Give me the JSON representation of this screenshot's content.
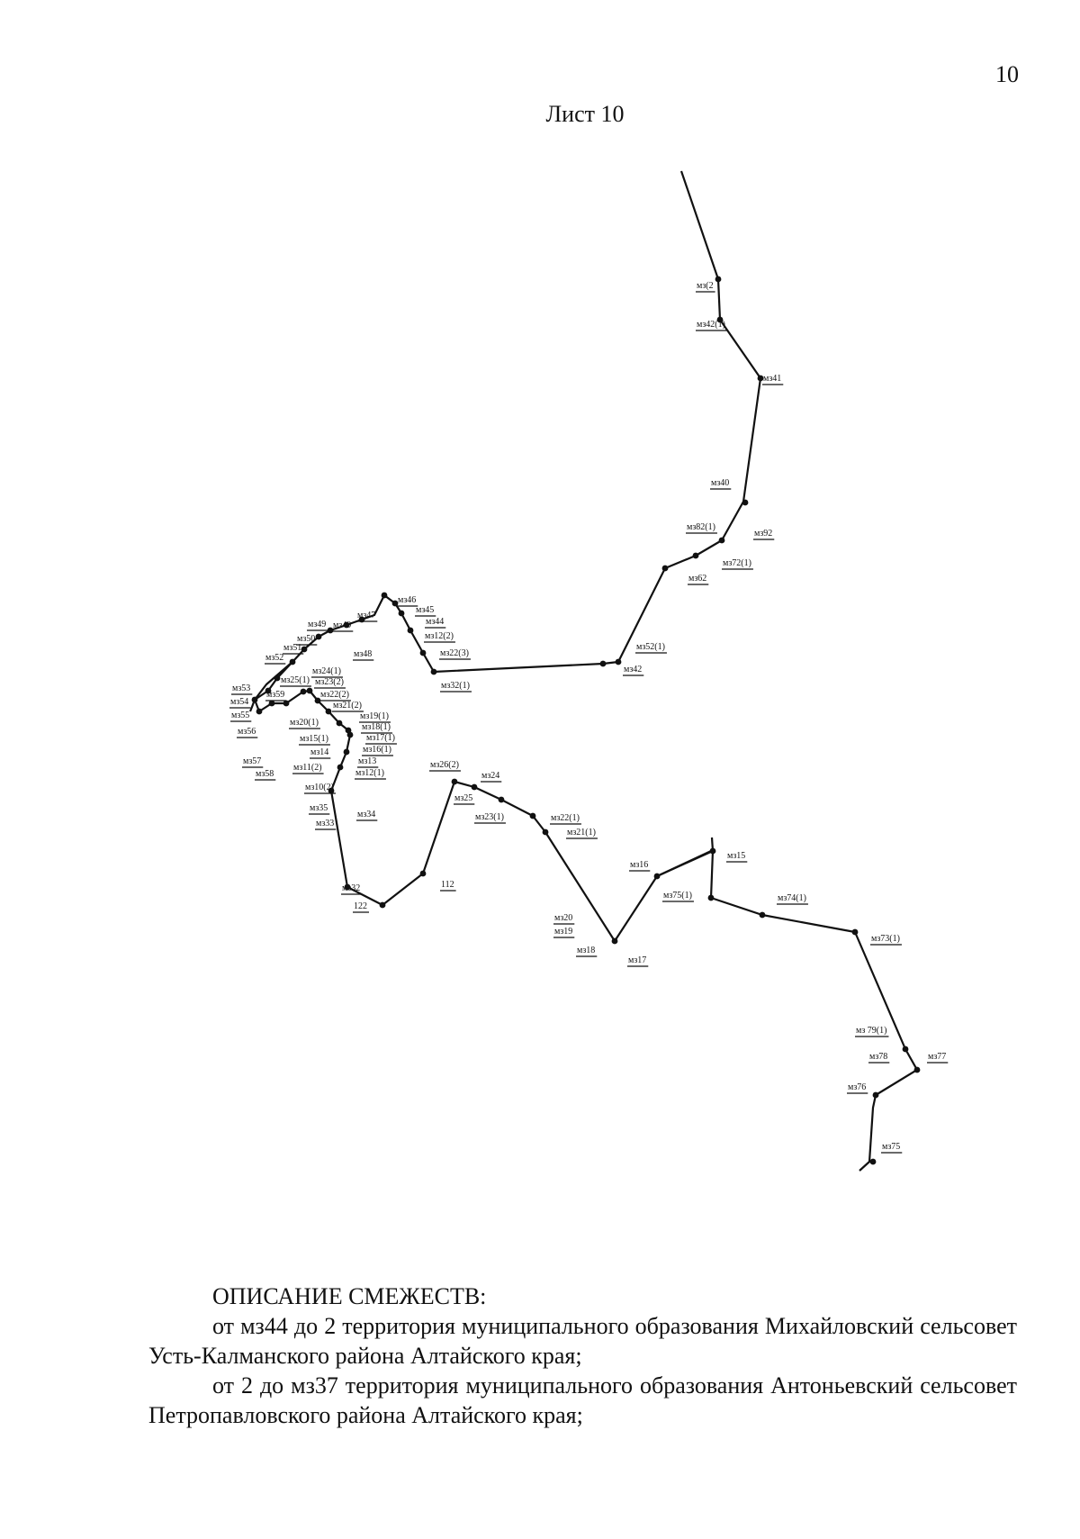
{
  "page_number": "10",
  "sheet_title": "Лист 10",
  "map": {
    "labels": [
      "мз(2",
      "мз42(1)",
      "мз41",
      "мз40",
      "мз82(1)",
      "мз92",
      "мз72(1)",
      "мз62",
      "мз52(1)",
      "мз42",
      "мз32(1)",
      "мз22(3)",
      "мз12(2)",
      "мз44",
      "мз45",
      "мз46",
      "мз47",
      "мз49",
      "мз48",
      "мз49",
      "мз50",
      "мз51",
      "мз52",
      "мз53",
      "мз54",
      "мз55",
      "мз56",
      "мз57",
      "мз58",
      "мз59",
      "мз25(1)",
      "мз24(1)",
      "мз23(2)",
      "мз22(2)",
      "мз21(2)",
      "мз20(1)",
      "мз19(1)",
      "мз18(1)",
      "мз15(1)",
      "мз17(1)",
      "мз16(1)",
      "мз14",
      "мз13",
      "мз11(2)",
      "мз12(1)",
      "мз10(2)",
      "мз35",
      "мз34",
      "мз33",
      "мз32",
      "122",
      "112",
      "мз26(2)",
      "мз24",
      "мз25",
      "мз23(1)",
      "мз22(1)",
      "мз21(1)",
      "мз16",
      "мз15",
      "мз75(1)",
      "мз74(1)",
      "мз73(1)",
      "мз20",
      "мз19",
      "мз18",
      "мз17",
      "мз 79(1)",
      "мз78",
      "мз77",
      "мз76",
      "мз75"
    ]
  },
  "description": {
    "title": "ОПИСАНИЕ СМЕЖЕСТВ:",
    "paragraphs": [
      "от мз44 до 2 территория муниципального образования Михайловский сельсовет Усть-Калманского района Алтайского края;",
      "от 2 до мз37 территория муниципального образования Антоньевский сельсовет Петропавловского района Алтайского края;"
    ]
  }
}
